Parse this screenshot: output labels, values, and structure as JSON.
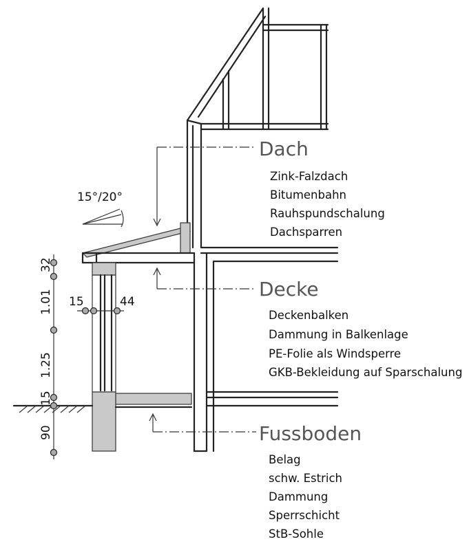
{
  "angle_label": "15°/20°",
  "sections": [
    {
      "title": "Dach",
      "items": [
        "Zink-Falzdach",
        "Bitumenbahn",
        "Rauhspundschalung",
        "Dachsparren"
      ]
    },
    {
      "title": "Decke",
      "items": [
        "Deckenbalken",
        "Dammung in Balkenlage",
        "PE-Folie als Windsperre",
        "GKB-Bekleidung auf Sparschalung"
      ]
    },
    {
      "title": "Fussboden",
      "items": [
        "Belag",
        "schw. Estrich",
        "Dammung",
        "Sperrschicht",
        "StB-Sohle"
      ]
    }
  ],
  "dimensions": {
    "vertical": [
      "32",
      "1.01",
      "1.25",
      "15",
      "90"
    ],
    "horizontal": [
      "15",
      "44"
    ]
  }
}
